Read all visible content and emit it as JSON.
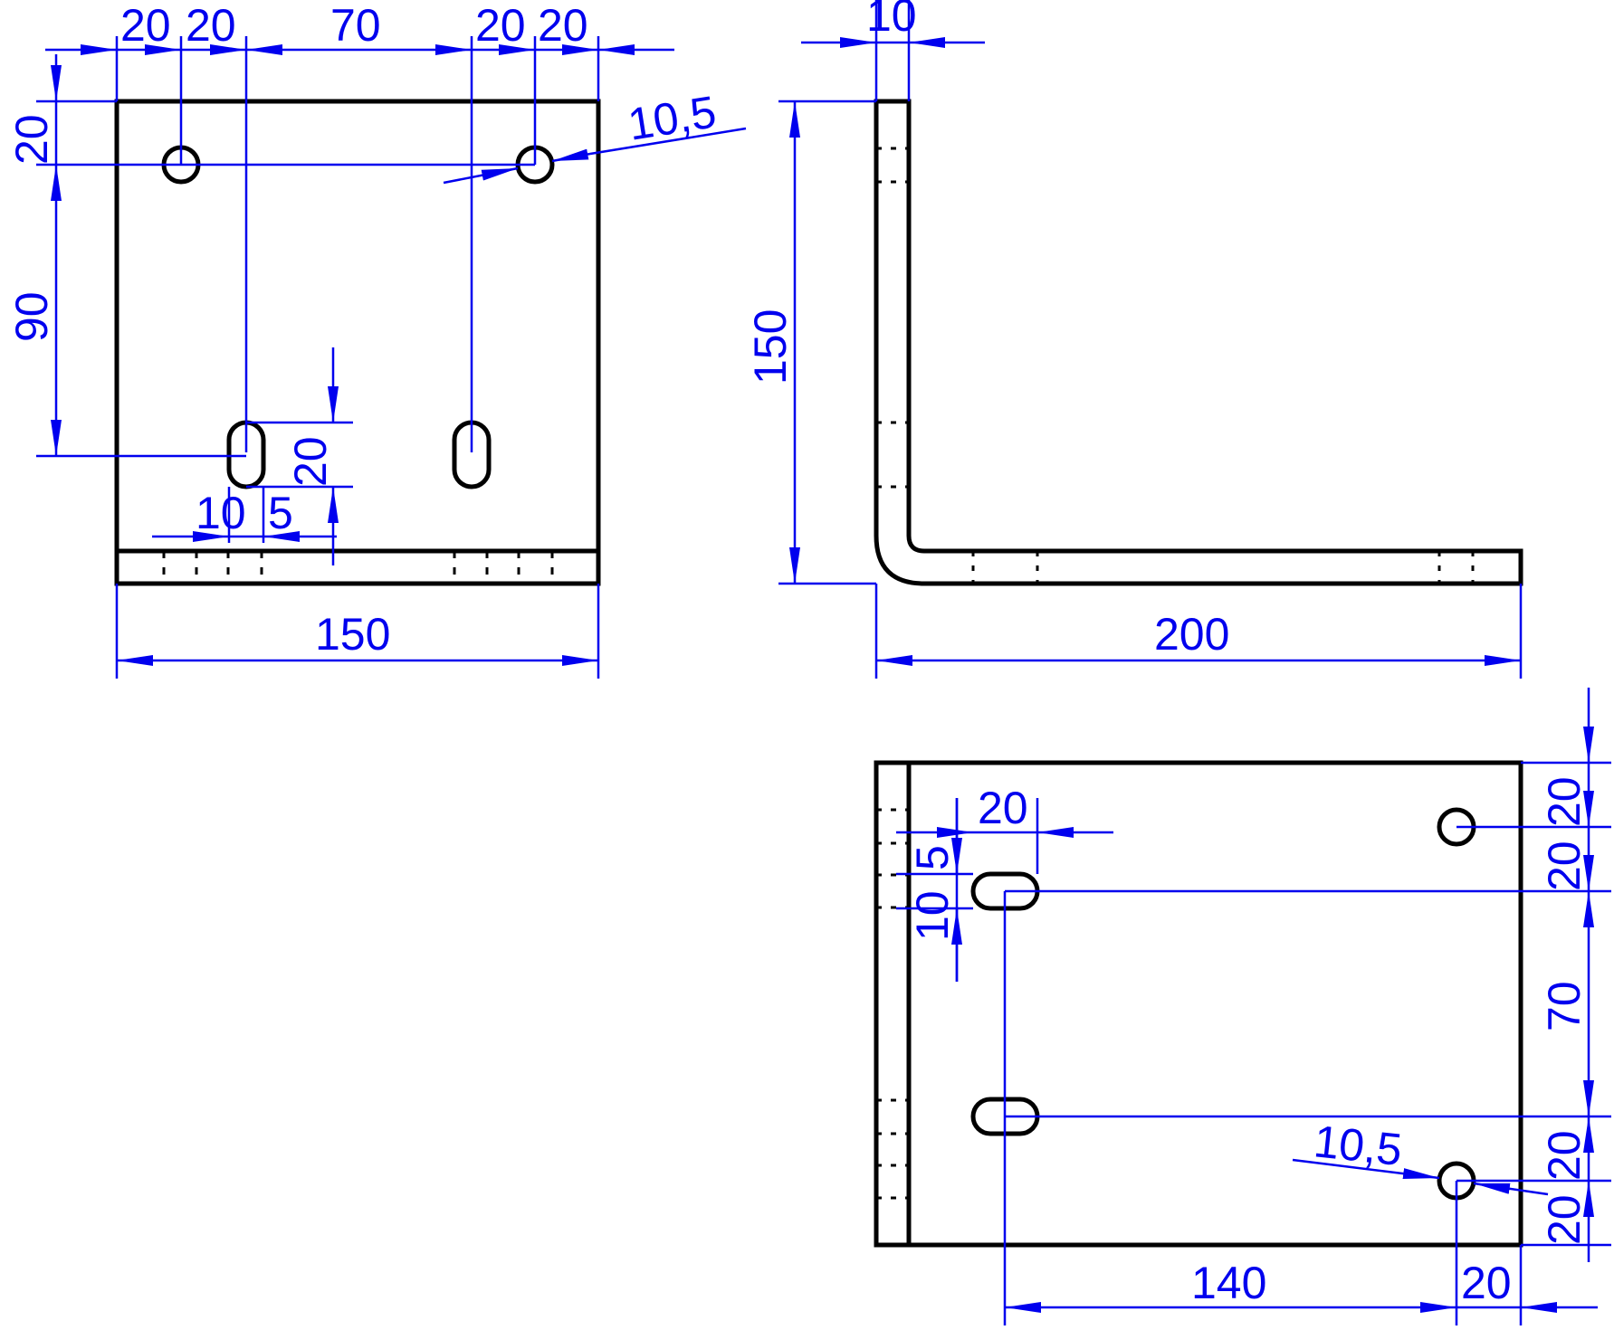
{
  "colors": {
    "part": "#000000",
    "dimension": "#0000ee",
    "background": "#ffffff"
  },
  "front_view": {
    "top_dims": [
      "20",
      "20",
      "70",
      "20",
      "20"
    ],
    "left_dims": [
      "20",
      "90"
    ],
    "hole_diameter": "10,5",
    "slot_length": "20",
    "slot_width": "10",
    "slot_offset": "5",
    "width": "150"
  },
  "side_view": {
    "thickness": "10",
    "height": "150",
    "length": "200"
  },
  "bottom_view": {
    "slot_length": "20",
    "slot_width": "10",
    "slot_offset": "5",
    "right_dims": [
      "20",
      "20",
      "70",
      "20",
      "20"
    ],
    "hole_diameter": "10,5",
    "bottom_dims": [
      "140",
      "20"
    ]
  }
}
